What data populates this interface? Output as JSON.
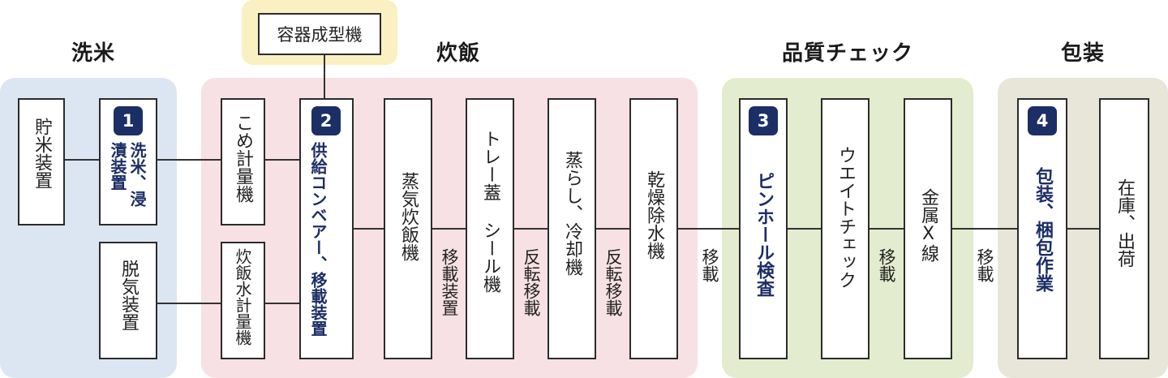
{
  "zones": {
    "washing": "洗米",
    "cooking": "炊飯",
    "quality": "品質チェック",
    "packing": "包装"
  },
  "top_box": "容器成型機",
  "boxes": {
    "rice_storage": "貯米装置",
    "wash_soak": "洗米、浸漬装置",
    "deaeration": "脱気装置",
    "rice_meter": "こめ計量機",
    "water_meter": "炊飯水計量機",
    "conveyor": "供給コンベアー、移載装置",
    "steam_cooker": "蒸気炊飯機",
    "tray_lid": "トレー蓋 シール機",
    "steam_cool": "蒸らし、冷却機",
    "dewater": "乾燥除水機",
    "pinhole": "ピンホール検査",
    "weight": "ウエイトチェック",
    "metal_xray": "金属X線",
    "pack_box": "包装、梱包作業",
    "stock_ship": "在庫、出荷"
  },
  "badges": [
    "1",
    "2",
    "3",
    "4"
  ],
  "connectors": {
    "transfer_device": "移載装置",
    "reverse_1": "反転移載",
    "reverse_2": "反転移載",
    "transfer_1": "移載",
    "transfer_2": "移載",
    "transfer_3": "移載"
  },
  "colors": {
    "washing_bg": "#dce6f3",
    "cooking_bg": "#f7e1e4",
    "quality_bg": "#e4eccf",
    "packing_bg": "#e8e6d9",
    "top_box_bg": "#faf0c2",
    "badge": "#1c2e66"
  }
}
